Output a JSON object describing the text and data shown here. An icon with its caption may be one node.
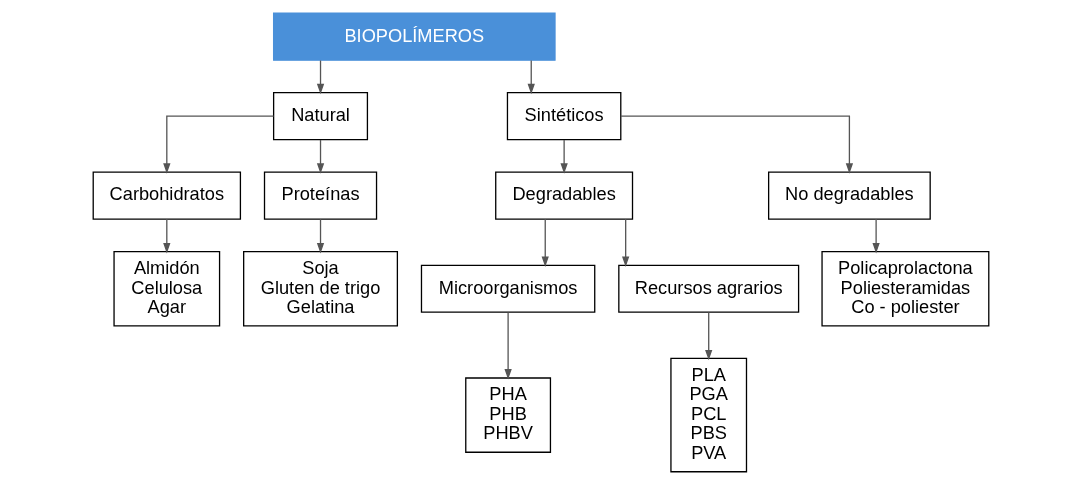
{
  "diagram": {
    "nodes": [
      {
        "text": [
          "BIOPOLÍMEROS"
        ]
      },
      {
        "text": [
          "Natural"
        ]
      },
      {
        "text": [
          "Sintéticos"
        ]
      },
      {
        "text": [
          "Carbohidratos"
        ]
      },
      {
        "text": [
          "Proteínas"
        ]
      },
      {
        "text": [
          "Almidón",
          "Celulosa",
          "Agar"
        ]
      },
      {
        "text": [
          "Soja",
          "Gluten de trigo",
          "Gelatina"
        ]
      },
      {
        "text": [
          "Degradables"
        ]
      },
      {
        "text": [
          "No degradables"
        ]
      },
      {
        "text": [
          "Microorganismos"
        ]
      },
      {
        "text": [
          "Recursos agrarios"
        ]
      },
      {
        "text": [
          "PHA",
          "PHB",
          "PHBV"
        ]
      },
      {
        "text": [
          "PLA",
          "PGA",
          "PCL",
          "PBS",
          "PVA"
        ]
      },
      {
        "text": [
          "Policaprolactona",
          "Poliesteramidas",
          "Co - poliester"
        ]
      }
    ],
    "edges": [
      {
        "from": 0,
        "to": 1,
        "arrow": "to"
      },
      {
        "from": 0,
        "to": 2,
        "arrow": "to"
      },
      {
        "from": 1,
        "to": 3,
        "arrow": "to"
      },
      {
        "from": 1,
        "to": 4,
        "arrow": "to"
      },
      {
        "from": 3,
        "to": 5,
        "arrow": "to"
      },
      {
        "from": 4,
        "to": 6,
        "arrow": "to"
      },
      {
        "from": 2,
        "to": 7,
        "arrow": "to"
      },
      {
        "from": 2,
        "to": 8,
        "arrow": "to"
      },
      {
        "from": 7,
        "to": 9,
        "arrow": "to"
      },
      {
        "from": 7,
        "to": 10,
        "arrow": "to"
      },
      {
        "from": 9,
        "to": 11,
        "arrow": "to"
      },
      {
        "from": 10,
        "to": 12,
        "arrow": "to"
      },
      {
        "from": 8,
        "to": 13,
        "arrow": "to"
      }
    ]
  }
}
